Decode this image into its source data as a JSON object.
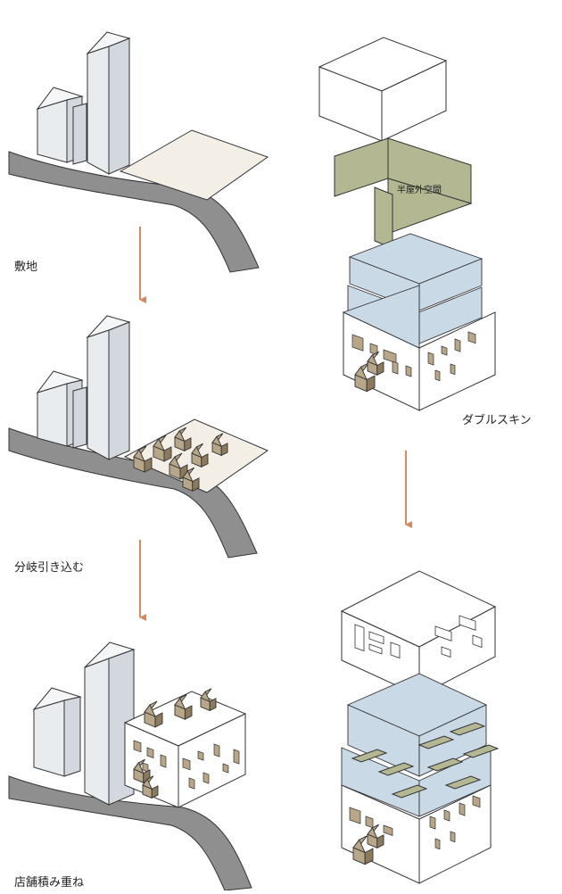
{
  "labels": {
    "site": "敷地",
    "branch": "分岐引き込む",
    "stack": "店舗積み重ね",
    "double_skin": "ダブルスキン",
    "semi_outdoor": "半屋外空間"
  },
  "colors": {
    "line": "#333333",
    "road": "#8f8f8f",
    "tower_front": "#e9ecef",
    "tower_side": "#d3d8de",
    "tower_top": "#f4f6f8",
    "lot": "#f3efe6",
    "house": "#b7a688",
    "house_dark": "#8c7a5e",
    "blue": "#c9d9e6",
    "green": "#b3b893",
    "arrow": "#d9875c"
  },
  "icons": [
    "arrow-down-icon"
  ]
}
